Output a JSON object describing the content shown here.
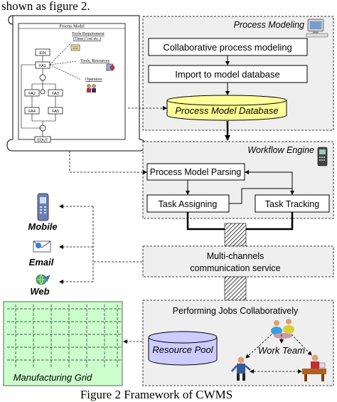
{
  "header_text": "shown as figure 2.",
  "caption": "Figure 2 Framework of CWMS",
  "process_model": {
    "title": "Process Model",
    "nodes": [
      "EIN",
      "FA1",
      "FA2",
      "FA3",
      "FA4",
      "FA5",
      "EOUT"
    ],
    "annotations": [
      "Tools Requirement",
      "(Time,Cost etc.)",
      "Tools, Resources",
      "Operators"
    ]
  },
  "process_modeling": {
    "title": "Process Modeling",
    "steps": [
      "Collaborative process modeling",
      "Import to model database"
    ],
    "database": "Process Model Database"
  },
  "workflow_engine": {
    "title": "Workflow Engine",
    "parsing": "Process Model Parsing",
    "assigning": "Task Assigning",
    "tracking": "Task Tracking"
  },
  "channels": {
    "line1": "Multi-channels",
    "line2": "communication service",
    "mobile": "Mobile",
    "email": "Email",
    "web": "Web"
  },
  "performing": {
    "title": "Performing Jobs Collaboratively",
    "resource_pool": "Resource Pool",
    "work_team": "Work Team"
  },
  "manufacturing_grid": "Manufacturing Grid",
  "colors": {
    "panel_bg": "#efefef",
    "database_fill": "#ffff99",
    "grid_fill": "#ccffcc",
    "resource_pool_fill": "#ccccff"
  }
}
